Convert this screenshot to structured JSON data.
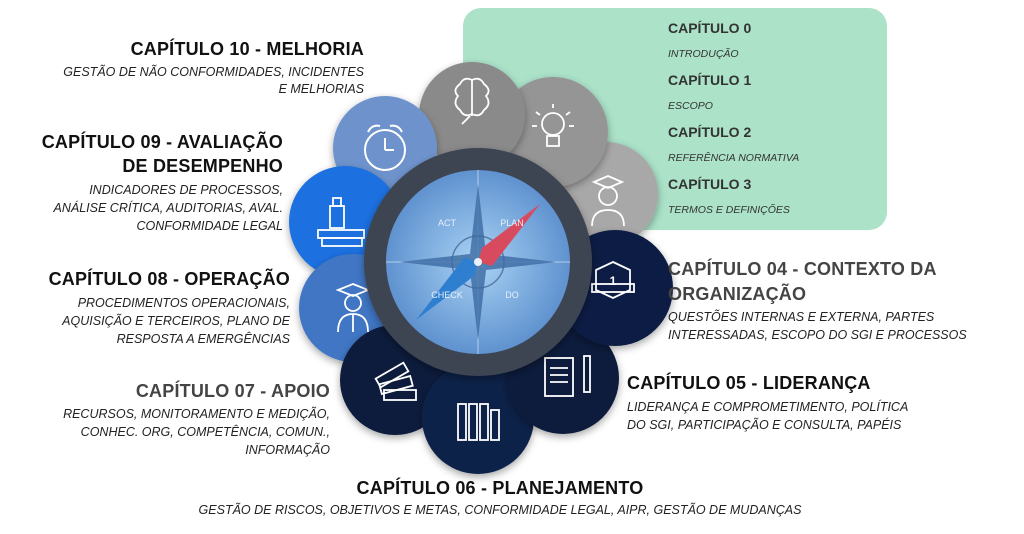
{
  "intro": {
    "ch0_title": "CAPÍTULO 0",
    "ch0_sub": "INTRODUÇÃO",
    "ch1_title": "CAPÍTULO 1",
    "ch1_sub": "ESCOPO",
    "ch2_title": "CAPÍTULO 2",
    "ch2_sub": "REFERÊNCIA NORMATIVA",
    "ch3_title": "CAPÍTULO 3",
    "ch3_sub": "TERMOS E DEFINIÇÕES"
  },
  "ch10": {
    "title": "CAPÍTULO 10 - MELHORIA",
    "line1": "GESTÃO DE NÃO CONFORMIDADES, INCIDENTES",
    "line2": "E MELHORIAS"
  },
  "ch09": {
    "title1": "CAPÍTULO 09 - AVALIAÇÃO",
    "title2": "DE DESEMPENHO",
    "line1": "INDICADORES DE PROCESSOS,",
    "line2": "ANÁLISE CRÍTICA, AUDITORIAS, AVAL.",
    "line3": "CONFORMIDADE LEGAL"
  },
  "ch08": {
    "title": "CAPÍTULO 08 - OPERAÇÃO",
    "line1": "PROCEDIMENTOS OPERACIONAIS,",
    "line2": "AQUISIÇÃO E TERCEIROS, PLANO DE",
    "line3": "RESPOSTA A EMERGÊNCIAS"
  },
  "ch07": {
    "title": "CAPÍTULO 07 - APOIO",
    "line1": "RECURSOS, MONITORAMENTO E MEDIÇÃO,",
    "line2": "CONHEC. ORG, COMPETÊNCIA, COMUN.,",
    "line3": "INFORMAÇÃO"
  },
  "ch06": {
    "title": "CAPÍTULO 06 - PLANEJAMENTO",
    "line1": "GESTÃO DE RISCOS, OBJETIVOS E METAS, CONFORMIDADE LEGAL, AIPR, GESTÃO DE MUDANÇAS"
  },
  "ch05": {
    "title": "CAPÍTULO 05 - LIDERANÇA",
    "line1": "LIDERANÇA E COMPROMETIMENTO, POLÍTICA",
    "line2": "DO SGI, PARTICIPAÇÃO E CONSULTA, PAPÉIS"
  },
  "ch04": {
    "title1": "CAPÍTULO 04 - CONTEXTO DA",
    "title2": "ORGANIZAÇÃO",
    "line1": "QUESTÕES INTERNAS E EXTERNA, PARTES",
    "line2": "INTERESSADAS, ESCOPO DO SGI E PROCESSOS"
  },
  "compass": {
    "act": "ACT",
    "plan": "PLAN",
    "check": "CHECK",
    "do": "DO"
  },
  "badge_number": "1",
  "colors": {
    "green_panel": "#abe2c8",
    "gray_petal": "#8f8f8f",
    "light_blue_petal": "#6e93cc",
    "blue_petal": "#1f6fe0",
    "mid_blue_petal": "#3f76c4",
    "dark_navy_petal": "#0e1f44",
    "compass_ring": "#3e4553"
  }
}
